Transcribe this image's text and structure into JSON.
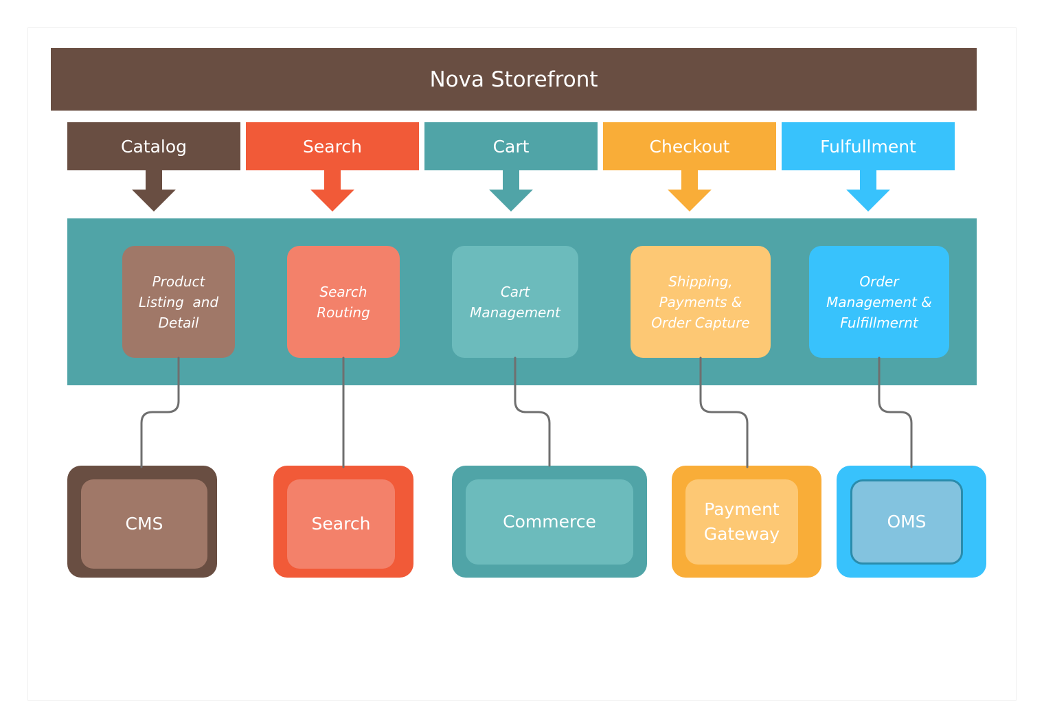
{
  "title": "Nova Storefront",
  "categories": [
    {
      "label": "Catalog",
      "color": "#694e42"
    },
    {
      "label": "Search",
      "color": "#f15a38"
    },
    {
      "label": "Cart",
      "color": "#50a4a7"
    },
    {
      "label": "Checkout",
      "color": "#f9ad38"
    },
    {
      "label": "Fulfullment",
      "color": "#38c2fc"
    }
  ],
  "services": [
    {
      "lines": [
        "Product",
        "Listing  and",
        "Detail"
      ],
      "color": "#a07868"
    },
    {
      "lines": [
        "Search",
        "Routing"
      ],
      "color": "#f3816a"
    },
    {
      "lines": [
        "Cart",
        "Management"
      ],
      "color": "#6cbbbc"
    },
    {
      "lines": [
        "Shipping,",
        "Payments &",
        "Order Capture"
      ],
      "color": "#fdc874"
    },
    {
      "lines": [
        "Order",
        "Management &",
        "Fulfillmernt"
      ],
      "color": "#38c2fc"
    }
  ],
  "systems": [
    {
      "lines": [
        "CMS"
      ],
      "outer_color": "#694e42",
      "inner_color": "#a07868"
    },
    {
      "lines": [
        "Search"
      ],
      "outer_color": "#f15a38",
      "inner_color": "#f3816a"
    },
    {
      "lines": [
        "Commerce"
      ],
      "outer_color": "#50a4a7",
      "inner_color": "#6cbbbc"
    },
    {
      "lines": [
        "Payment",
        "Gateway"
      ],
      "outer_color": "#f9ad38",
      "inner_color": "#fdc874"
    },
    {
      "lines": [
        "OMS"
      ],
      "outer_color": "#38c2fc",
      "inner_color": "#83c3df",
      "inner_border": "#2a8cac"
    }
  ],
  "band_color": "#50a4a7",
  "connector_color": "#6f6f6f"
}
